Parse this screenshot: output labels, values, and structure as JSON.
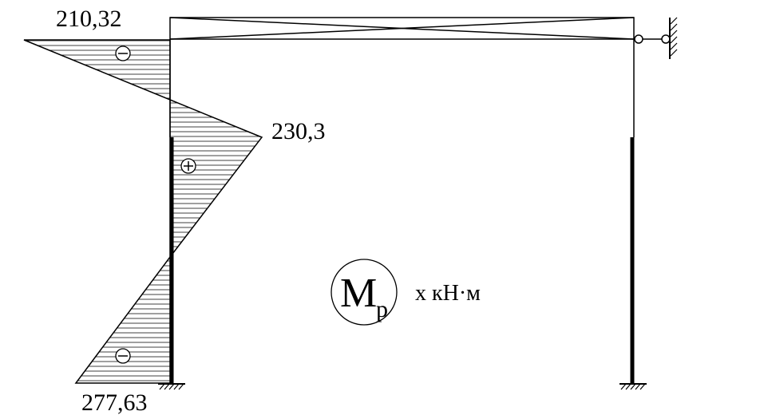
{
  "diagram": {
    "values": {
      "top": "210,32",
      "middle": "230,3",
      "bottom": "277,63"
    },
    "signs": {
      "top": "−",
      "middle": "+",
      "bottom": "−"
    },
    "symbol": {
      "main": "M",
      "sub": "p"
    },
    "units": "x кН·м"
  }
}
